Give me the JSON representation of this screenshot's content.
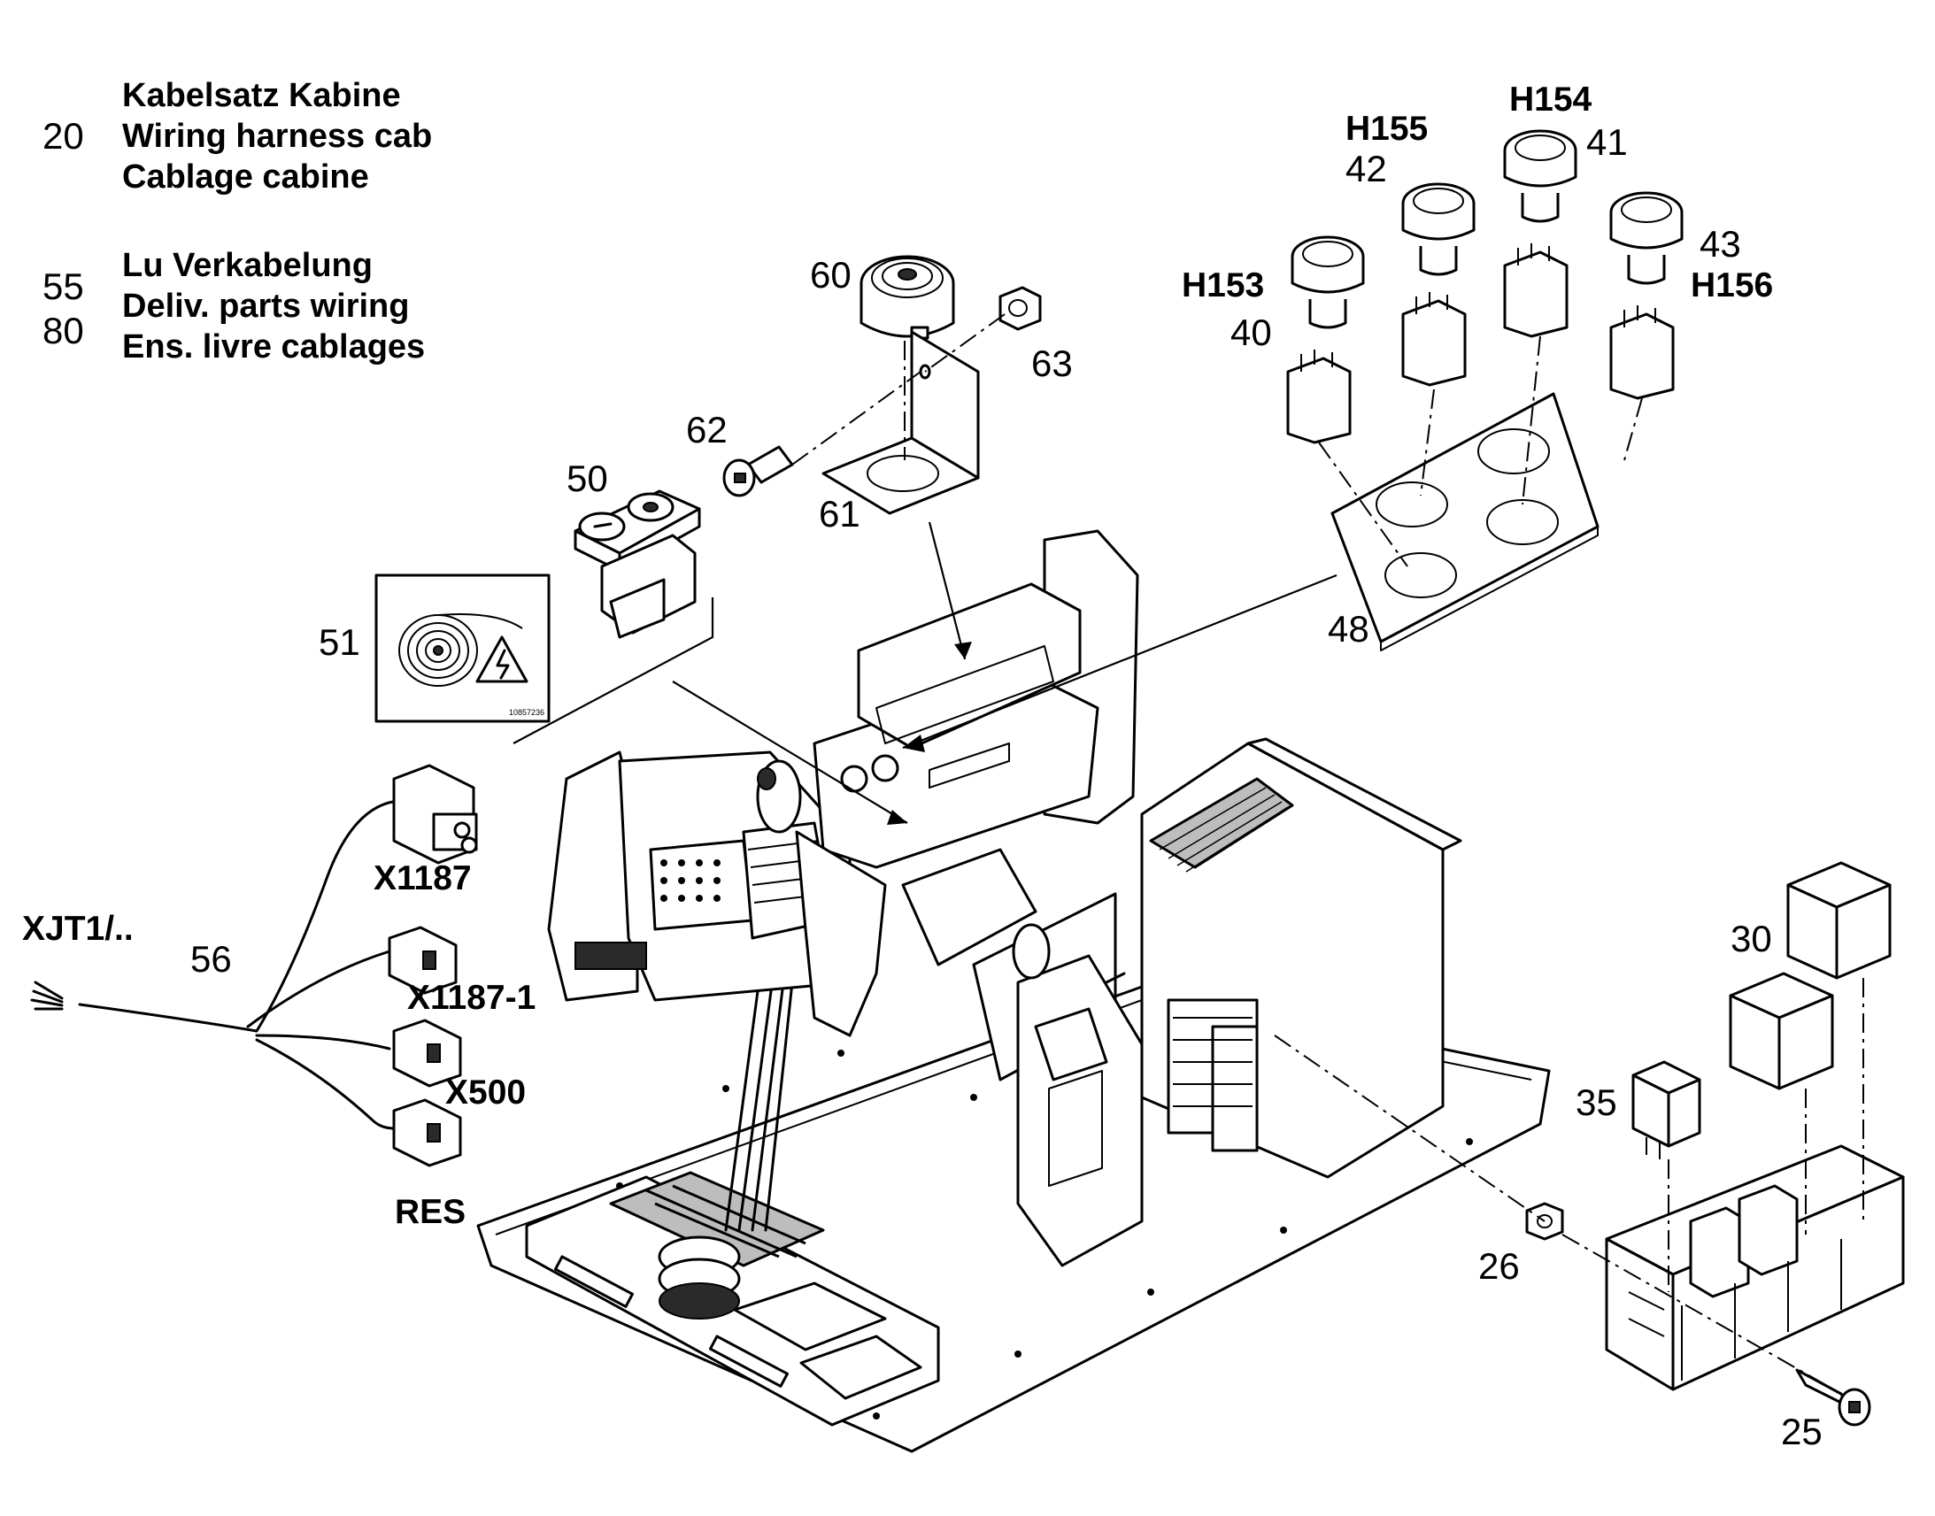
{
  "legend": {
    "item20": {
      "number": "20",
      "lines": [
        "Kabelsatz Kabine",
        "Wiring harness cab",
        "Cablage cabine"
      ]
    },
    "item55_80": {
      "numbers": [
        "55",
        "80"
      ],
      "lines": [
        "Lu Verkabelung",
        "Deliv. parts wiring",
        "Ens. livre cablages"
      ]
    }
  },
  "part_numbers": {
    "p60": "60",
    "p63": "63",
    "p62": "62",
    "p61": "61",
    "p50": "50",
    "p51": "51",
    "p40": "40",
    "p41": "41",
    "p42": "42",
    "p43": "43",
    "p48": "48",
    "p56": "56",
    "p30": "30",
    "p35": "35",
    "p26": "26",
    "p25": "25"
  },
  "lamp_codes": {
    "h153": "H153",
    "h154": "H154",
    "h155": "H155",
    "h156": "H156"
  },
  "connectors": {
    "x1187": "X1187",
    "x1187_1": "X1187-1",
    "x500": "X500",
    "res": "RES",
    "xjt1": "XJT1/.."
  },
  "warning_sticker_code": "10857236",
  "icons": [
    "buzzer-icon",
    "warning-lightning-icon",
    "cable-coil-icon",
    "relay-icon",
    "push-button-lamp-icon",
    "screw-icon",
    "nut-icon"
  ]
}
